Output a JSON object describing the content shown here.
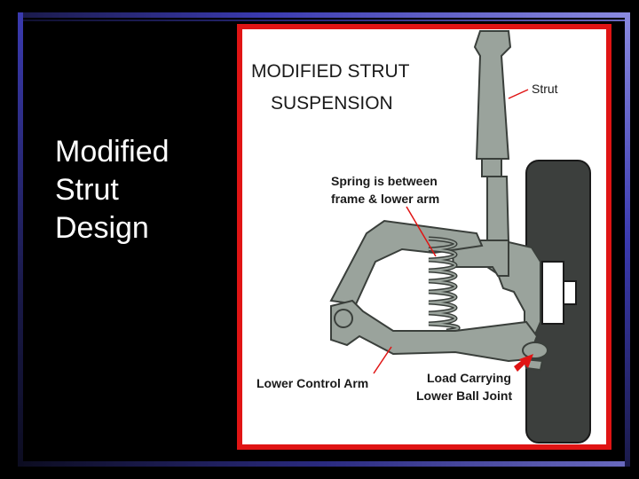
{
  "slide": {
    "title_lines": [
      "Modified",
      "Strut",
      "Design"
    ]
  },
  "figure": {
    "heading_line1": "MODIFIED STRUT",
    "heading_line2": "SUSPENSION",
    "labels": {
      "strut": "Strut",
      "spring_line1": "Spring is between",
      "spring_line2": "frame & lower arm",
      "lower_control_arm": "Lower Control Arm",
      "ball_joint_line1": "Load Carrying",
      "ball_joint_line2": "Lower Ball Joint"
    }
  },
  "colors": {
    "background": "#000000",
    "frame_border": "#e01414",
    "part_fill": "#9aa39c",
    "part_outline": "#3a3f3b",
    "tire_fill": "#3c3f3d",
    "leader_line": "#e01414",
    "accent_bar": "#3a3ab0"
  }
}
